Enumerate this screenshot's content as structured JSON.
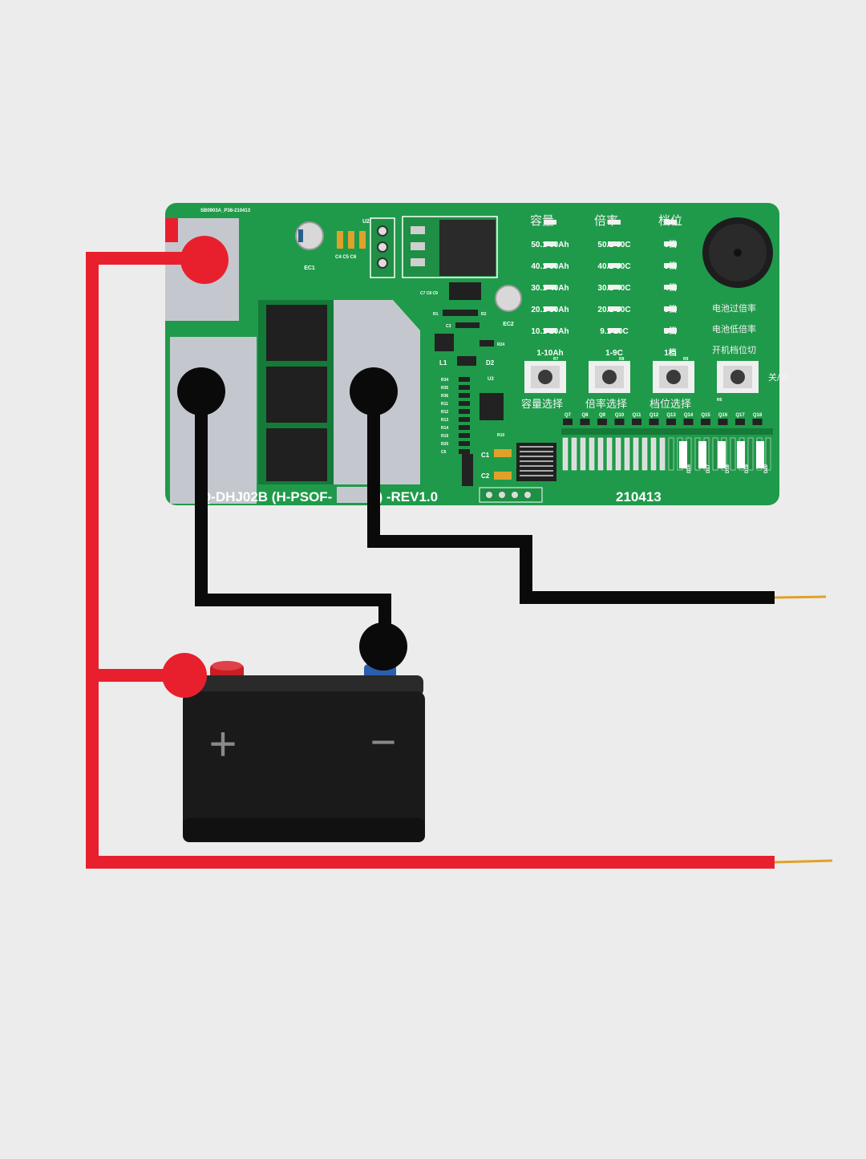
{
  "colors": {
    "background": "#ececec",
    "pcb_green": "#1f9a4a",
    "pcb_dark_green": "#147a38",
    "pad_silver": "#c4c8ce",
    "wire_red": "#e8202e",
    "wire_black": "#0a0a0a",
    "battery_body": "#1a1a1a",
    "positive_terminal": "#c81e24",
    "negative_terminal": "#2a5fae",
    "probe_tip": "#e0a12a"
  },
  "board": {
    "top_code": "SB0903A_P38-210413",
    "model_label": "Q-DHJ02B (H-PSOF-",
    "model_suffix": "1) -REV1.0",
    "date_code": "210413",
    "refs": {
      "ec1": "EC1",
      "ec2": "EC2",
      "u2": "U2",
      "c_group": "C4 C5 C6",
      "c_group2": "C7 C8 C9",
      "l1": "L1",
      "d2": "D2",
      "u3": "U3",
      "c1": "C1",
      "c2": "C2",
      "r1": "R1",
      "r2": "R2",
      "c3": "C3",
      "r24": "R24",
      "r10": "R10",
      "r7": "R7",
      "r8": "R8",
      "r9": "R9",
      "r6": "R6",
      "r_list": [
        "R34",
        "R35",
        "R36",
        "R11",
        "R12",
        "R13",
        "R14",
        "R19",
        "R20",
        "C6"
      ],
      "q_list": [
        "Q7",
        "Q8",
        "Q9",
        "Q10",
        "Q11",
        "Q12",
        "Q13",
        "Q14",
        "Q15",
        "Q16",
        "Q17",
        "Q18"
      ],
      "led_list": [
        "D16",
        "D17",
        "D18",
        "D19",
        "D20"
      ]
    },
    "columns": {
      "capacity_header": "容量",
      "rate_header": "倍率",
      "gear_header": "档位",
      "capacity": [
        "50.1-60Ah",
        "40.1-50Ah",
        "30.1-40Ah",
        "20.1-30Ah",
        "10.1-20Ah",
        "1-10Ah"
      ],
      "rate": [
        "50.1-60C",
        "40.1-50C",
        "30.1-40C",
        "20.1-30C",
        "9.1-20C",
        "1-9C"
      ],
      "gear": [
        "6档",
        "5档",
        "4档",
        "3档",
        "2档",
        "1档"
      ],
      "status": [
        "电池过倍率",
        "电池低倍率",
        "开机档位切"
      ],
      "status_cut": "关/启"
    },
    "button_labels": [
      "容量选择",
      "倍率选择",
      "档位选择"
    ]
  },
  "battery": {
    "positive_symbol": "+",
    "negative_symbol": "−"
  }
}
